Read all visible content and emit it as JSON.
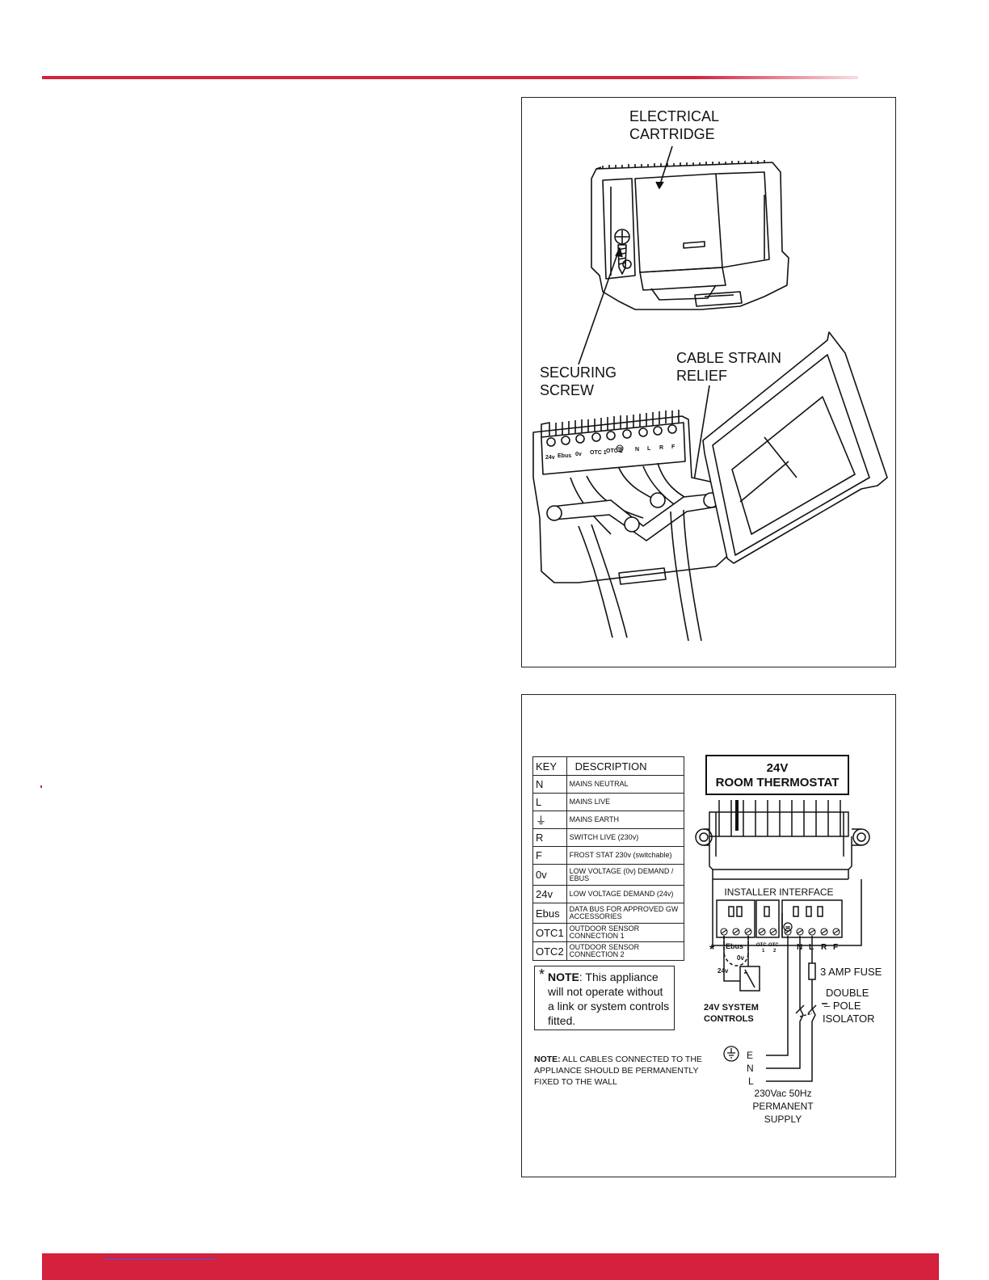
{
  "figure1": {
    "label_cartridge": [
      "ELECTRICAL",
      "CARTRIDGE"
    ],
    "label_screw": [
      "SECURING",
      "SCREW"
    ],
    "label_strain": [
      "CABLE STRAIN",
      "RELIEF"
    ],
    "terminal_labels": [
      "24v",
      "Ebus",
      "0v",
      "OTC 1",
      "OTC 2",
      "N",
      "L",
      "R",
      "F"
    ]
  },
  "figure2": {
    "key_header": "KEY",
    "description_header": "DESCRIPTION",
    "key_rows": [
      {
        "key": "N",
        "description": "MAINS NEUTRAL"
      },
      {
        "key": "L",
        "description": "MAINS LIVE"
      },
      {
        "key": "⏚",
        "description": "MAINS EARTH"
      },
      {
        "key": "R",
        "description": "SWITCH LIVE (230v)"
      },
      {
        "key": "F",
        "description": "FROST STAT 230v (switchable)"
      },
      {
        "key": "0v",
        "description": "LOW VOLTAGE (0v) DEMAND / EBUS"
      },
      {
        "key": "24v",
        "description": "LOW VOLTAGE DEMAND (24v)"
      },
      {
        "key": "Ebus",
        "description": "DATA BUS FOR APPROVED GW ACCESSORIES"
      },
      {
        "key": "OTC1",
        "description": "OUTDOOR SENSOR CONNECTION 1"
      },
      {
        "key": "OTC2",
        "description": "OUTDOOR SENSOR CONNECTION 2"
      }
    ],
    "note_label": "NOTE",
    "note_text": ": This appliance will not operate without a link or system controls fitted.",
    "cable_note_label": "NOTE:",
    "cable_note_text": " ALL CABLES CONNECTED TO THE APPLIANCE SHOULD BE PERMANENTLY FIXED TO THE WALL",
    "thermostat_title": [
      "24V",
      "ROOM THERMOSTAT"
    ],
    "installer_interface": "INSTALLER INTERFACE",
    "terminal_ebus": "Ebus",
    "terminal_0v": "0v",
    "terminal_24v": "24v",
    "terminal_otc": [
      "OTC",
      "1",
      "OTC",
      "2"
    ],
    "terminal_right": [
      "N",
      "L",
      "R",
      "F"
    ],
    "fuse_label": "3 AMP FUSE",
    "isolator_label": [
      "DOUBLE",
      "– POLE",
      "ISOLATOR"
    ],
    "system_controls_label": [
      "24V SYSTEM",
      "CONTROLS"
    ],
    "supply_lines": [
      "E",
      "N",
      "L"
    ],
    "supply_label": [
      "230Vac 50Hz",
      "PERMANENT",
      "SUPPLY"
    ]
  }
}
